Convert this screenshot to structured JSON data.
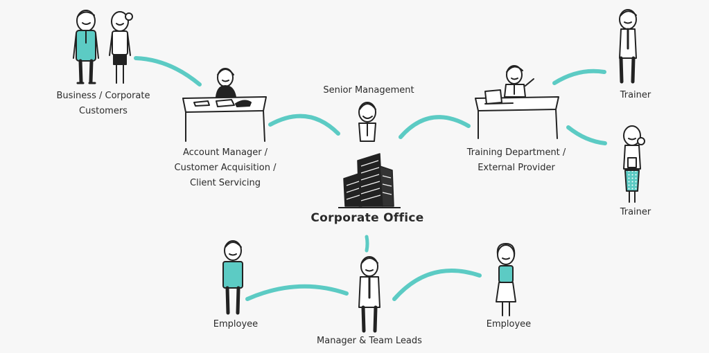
{
  "labels": {
    "customers": [
      "Business / Corporate",
      "Customers"
    ],
    "account_manager": [
      "Account Manager /",
      "Customer Acquisition /",
      "Client Servicing"
    ],
    "senior_management": "Senior Management",
    "corporate_office": "Corporate Office",
    "training_department": [
      "Training Department /",
      "External Provider"
    ],
    "trainer_top": "Trainer",
    "trainer_bottom": "Trainer",
    "employee_left": "Employee",
    "employee_right": "Employee",
    "manager": "Manager & Team Leads"
  },
  "colors": {
    "connector": "#5ccbc4",
    "accent": "#5ccbc4",
    "ink": "#222222",
    "background": "#f7f7f7"
  }
}
